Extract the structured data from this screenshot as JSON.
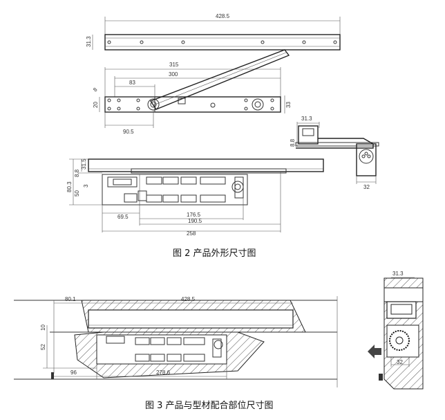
{
  "figure2": {
    "caption": "图 2  产品外形尺寸图",
    "dims": {
      "top_length": "428.5",
      "top_height": "31.3",
      "arm_315": "315",
      "arm_300": "300",
      "arm_83": "83",
      "small_8": "8",
      "h_20": "20",
      "w_90_5": "90.5",
      "h_33": "33",
      "side_31_3": "31.3",
      "side_8_8": "8.8",
      "side_32": "32",
      "f_31_5": "31.5",
      "f_8_8": "8.8",
      "f_80_3": "80.3",
      "f_50": "50",
      "f_3": "3",
      "f_69_5": "69.5",
      "f_176_5": "176.5",
      "f_190_5": "190.5",
      "f_258": "258"
    }
  },
  "figure3": {
    "caption": "图 3  产品与型材配合部位尺寸图",
    "dims": {
      "d_80_1": "80.1",
      "d_428_5": "428.5",
      "d_10": "10",
      "d_52": "52",
      "d_96": "96",
      "d_278_6": "278.6",
      "d_31_3": "31.3",
      "d_32": "32"
    }
  }
}
